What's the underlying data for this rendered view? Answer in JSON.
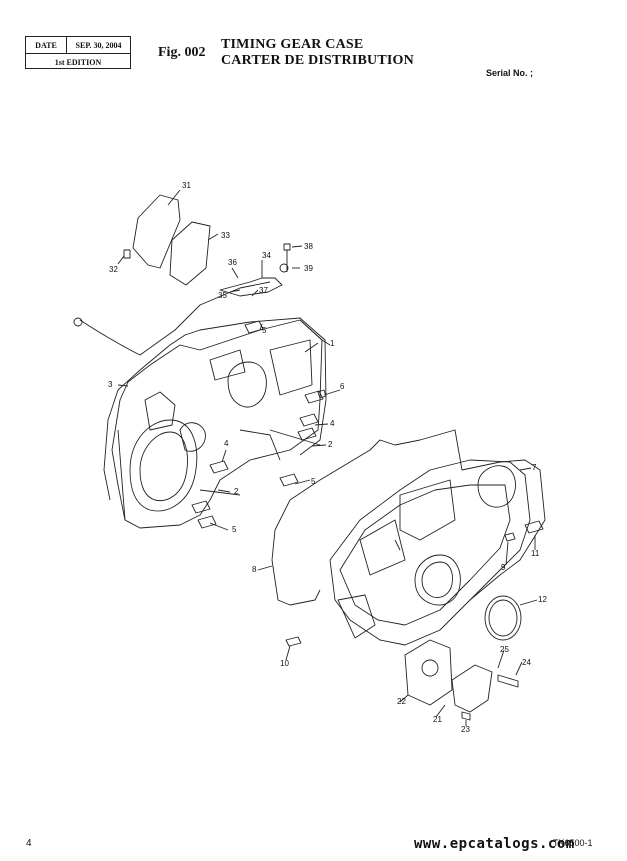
{
  "header": {
    "date_label": "DATE",
    "date_value": "SEP. 30, 2004",
    "edition": "1st EDITION",
    "fig_label": "Fig. 002",
    "title_en": "TIMING GEAR CASE",
    "title_fr": "CARTER DE DISTRIBUTION",
    "serial_label": "Serial No. ;"
  },
  "diagram": {
    "callouts": [
      "31",
      "33",
      "32",
      "38",
      "36",
      "34",
      "39",
      "35",
      "37",
      "5",
      "1",
      "3",
      "6",
      "4",
      "2",
      "4",
      "5",
      "2",
      "5",
      "7",
      "11",
      "9",
      "8",
      "12",
      "10",
      "25",
      "24",
      "22",
      "21",
      "23"
    ]
  },
  "footer": {
    "page_number": "4",
    "doc_code": "TK6500-1",
    "watermark": "www.epcatalogs.com"
  }
}
